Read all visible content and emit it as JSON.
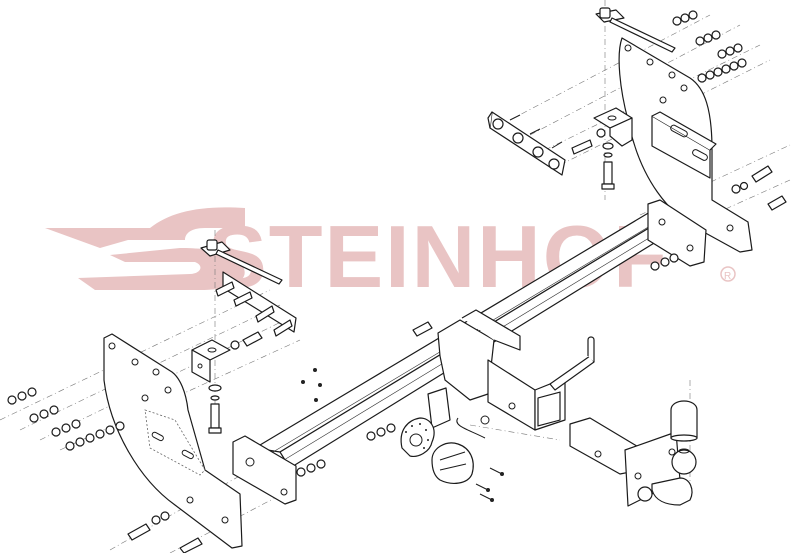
{
  "diagram": {
    "type": "exploded-assembly-drawing",
    "subject": "Rear tow bar (towbar) with detachable ball hitch and electrical socket kit",
    "watermark": {
      "brand": "STEINHOF",
      "registered_mark": "®",
      "color": "#e9c4c4"
    },
    "line_color": "#1b1b1b",
    "background": "#ffffff",
    "components": [
      {
        "id": "main-crossbar",
        "label": "Main crossbar tube"
      },
      {
        "id": "left-side-bracket",
        "label": "Left side mounting plate"
      },
      {
        "id": "right-side-bracket",
        "label": "Right side mounting plate"
      },
      {
        "id": "left-clamp-plate",
        "label": "Left clamp plate with studs"
      },
      {
        "id": "right-clamp-plate",
        "label": "Right clamp plate with studs"
      },
      {
        "id": "left-angle-bracket",
        "label": "Left angle bracket"
      },
      {
        "id": "right-angle-bracket",
        "label": "Right angle bracket"
      },
      {
        "id": "left-hook-strap",
        "label": "Left hook strap"
      },
      {
        "id": "right-hook-strap",
        "label": "Right hook strap"
      },
      {
        "id": "receiver-housing",
        "label": "Square receiver with gussets"
      },
      {
        "id": "hitch-pin",
        "label": "Hitch pin"
      },
      {
        "id": "retaining-clip",
        "label": "Spring retaining clip"
      },
      {
        "id": "ball-mount-insert",
        "label": "Detachable ball-mount insert"
      },
      {
        "id": "tow-ball",
        "label": "Tow ball"
      },
      {
        "id": "ball-cap",
        "label": "Protective ball cap"
      },
      {
        "id": "socket-plate",
        "label": "Electrical socket plate"
      },
      {
        "id": "electrical-socket",
        "label": "13-pin electrical socket"
      },
      {
        "id": "socket-screws",
        "label": "Socket screws (3)"
      },
      {
        "id": "nuts-washers",
        "label": "Nuts and washers sets"
      },
      {
        "id": "bolts",
        "label": "Hex bolts"
      }
    ]
  }
}
